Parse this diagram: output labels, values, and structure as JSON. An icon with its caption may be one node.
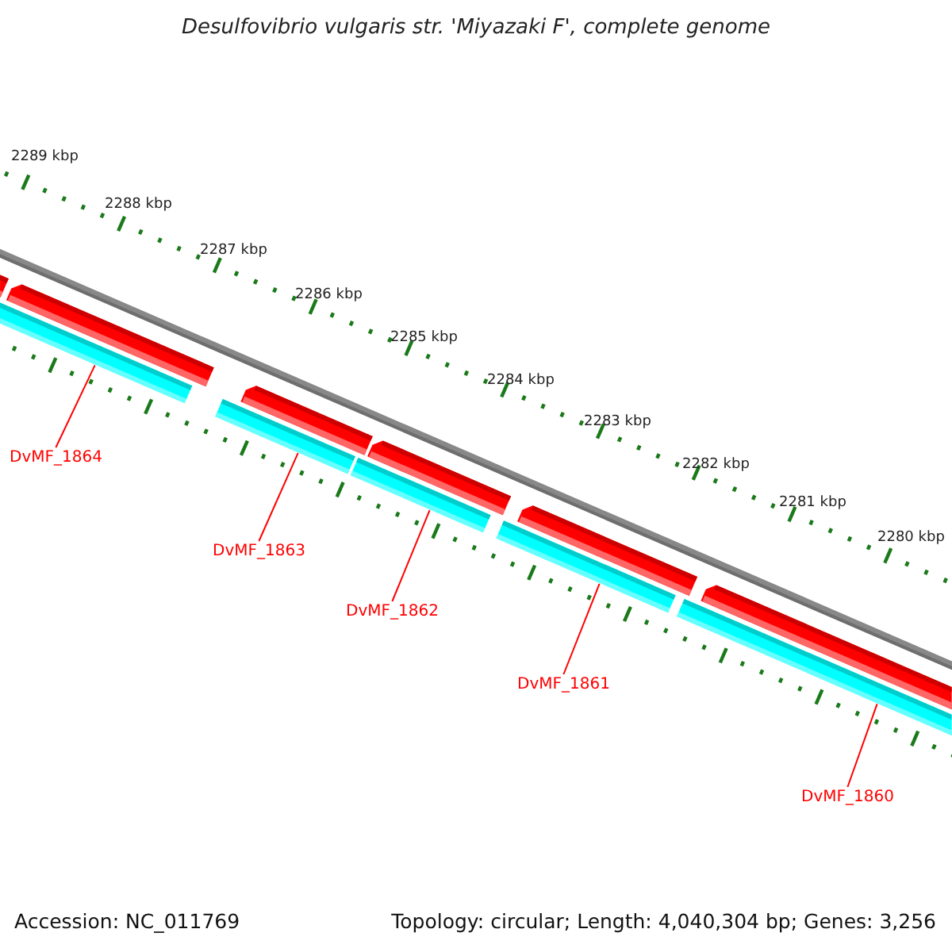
{
  "diagram": {
    "title": "Desulfovibrio vulgaris str. 'Miyazaki F', complete genome",
    "nodes": [
      {
        "text": [
          "DvMF_1864"
        ]
      },
      {
        "text": [
          "DvMF_1863"
        ]
      },
      {
        "text": [
          "DvMF_1862"
        ]
      },
      {
        "text": [
          "DvMF_1861"
        ]
      },
      {
        "text": [
          "DvMF_1860"
        ]
      },
      {
        "text": [],
        "shape": "bar"
      },
      {
        "text": [],
        "shape": "bar"
      },
      {
        "text": [],
        "shape": "bar"
      },
      {
        "text": [],
        "shape": "bar"
      },
      {
        "text": [],
        "shape": "bar"
      },
      {
        "text": [],
        "shape": "arrow"
      },
      {
        "text": [],
        "shape": "arrow"
      },
      {
        "text": [],
        "shape": "arrow"
      },
      {
        "text": [],
        "shape": "arrow"
      },
      {
        "text": [],
        "shape": "arrow"
      },
      {
        "text": [],
        "shape": "arrow"
      }
    ],
    "edges": [
      {
        "from": 0,
        "to": 5,
        "arrow": "none"
      },
      {
        "from": 1,
        "to": 6,
        "arrow": "none"
      },
      {
        "from": 2,
        "to": 7,
        "arrow": "none"
      },
      {
        "from": 3,
        "to": 8,
        "arrow": "none"
      },
      {
        "from": 4,
        "to": 9,
        "arrow": "none"
      }
    ],
    "labels": [
      "2289 kbp",
      "2288 kbp",
      "2287 kbp",
      "2286 kbp",
      "2285 kbp",
      "2284 kbp",
      "2283 kbp",
      "2282 kbp",
      "2281 kbp",
      "2280 kbp",
      "Accession: NC_011769",
      "Topology: circular; Length: 4,040,304 bp; Genes: 3,256"
    ]
  }
}
